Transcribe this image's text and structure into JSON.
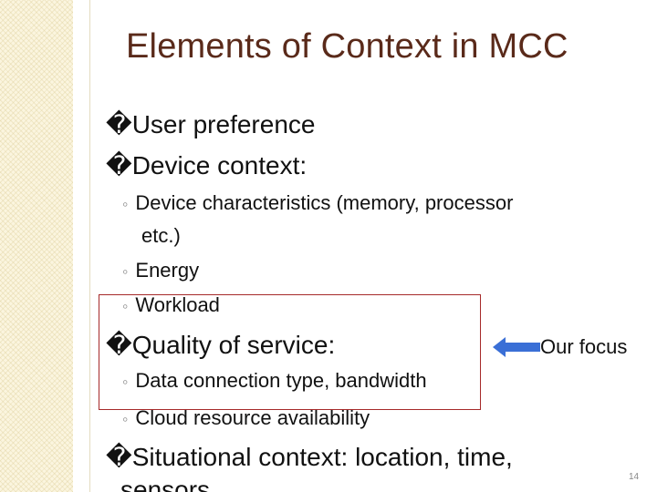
{
  "slide": {
    "title": "Elements of Context in MCC",
    "bullets": {
      "user_preference": "�User preference",
      "device_context": "�Device context:",
      "device_sub": {
        "characteristics_line1": "Device characteristics (memory, processor",
        "characteristics_line2": "etc.)",
        "energy": "Energy",
        "workload": "Workload"
      },
      "quality_of_service": "�Quality of service:",
      "qos_sub": {
        "data_connection": "Data connection type, bandwidth",
        "cloud_resource": "Cloud resource availability"
      },
      "situational_context_line1": "�Situational context: location, time,",
      "situational_context_line2": "sensors"
    },
    "sub_marker": "◦",
    "focus_label": "Our focus",
    "page_number": "14",
    "colors": {
      "title": "#5a2a1a",
      "focus_box_border": "#a62a2a",
      "arrow": "#3a6fd6",
      "side_strip": "#fbf5df"
    },
    "icons": {
      "arrow": "left-arrow-icon"
    }
  }
}
